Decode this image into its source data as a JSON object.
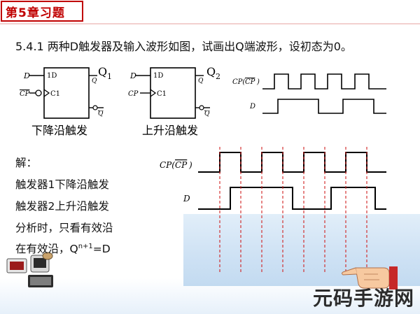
{
  "header": {
    "title": "第5章习题"
  },
  "question": {
    "text": "5.4.1 两种D触发器及输入波形如图，试画出Q端波形，设初态为0。"
  },
  "circuit1": {
    "input_d": "D",
    "input_cp": "CP",
    "pin_d": "1D",
    "pin_c": "C1",
    "out_q": "Q",
    "out_qbar": "Q",
    "q_label": "Q",
    "q_sub": "1",
    "caption": "下降沿触发"
  },
  "circuit2": {
    "input_d": "D",
    "input_cp": "CP",
    "pin_d": "1D",
    "pin_c": "C1",
    "out_q": "Q",
    "out_qbar": "Q",
    "q_label": "Q",
    "q_sub": "2",
    "caption": "上升沿触发"
  },
  "top_waves": {
    "cp_label_prefix": "CP(",
    "cp_label_bar": "CP",
    "cp_label_suffix": ")",
    "d_label": "D"
  },
  "solution": {
    "heading": "解：",
    "line1": "触发器1下降沿触发",
    "line2": "触发器2上升沿触发",
    "line3": "分析时，只看有效沿",
    "line4_prefix": "在有效沿，Q",
    "line4_sup": "n+1",
    "line4_suffix": "=D"
  },
  "bottom_waves": {
    "cp_label_prefix": "CP(",
    "cp_label_bar": "CP",
    "cp_label_suffix": ")",
    "d_label": "D"
  },
  "watermark": {
    "text": "元码手游网"
  },
  "colors": {
    "title_red": "#c00000",
    "dashed_red": "#d02020",
    "panel_blue": "#c8ddf2"
  }
}
